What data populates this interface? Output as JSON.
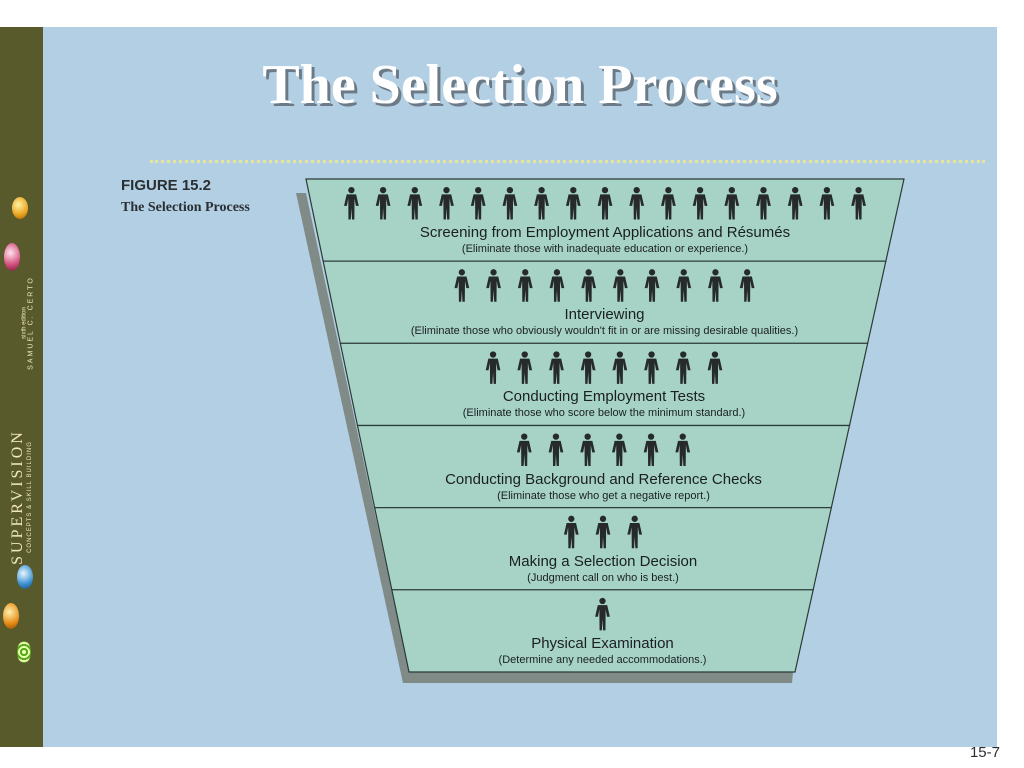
{
  "slide": {
    "title": "The Selection Process",
    "page_number": "15-7"
  },
  "figure": {
    "label": "FIGURE 15.2",
    "caption": "The Selection Process"
  },
  "sidebar": {
    "brand_title": "SUPERVISION",
    "brand_subtitle": "CONCEPTS & SKILL BUILDING",
    "edition": "sixth edition",
    "author": "SAMUEL C. CERTO"
  },
  "diagram": {
    "stages": [
      {
        "title": "Screening from Employment Applications and Résumés",
        "note": "(Eliminate those with inadequate education or experience.)",
        "people": 17
      },
      {
        "title": "Interviewing",
        "note": "(Eliminate those who obviously wouldn't fit in or are missing desirable qualities.)",
        "people": 10
      },
      {
        "title": "Conducting Employment Tests",
        "note": "(Eliminate those who score below the minimum standard.)",
        "people": 8
      },
      {
        "title": "Conducting Background and Reference Checks",
        "note": "(Eliminate those who get a negative report.)",
        "people": 6
      },
      {
        "title": "Making a Selection Decision",
        "note": "(Judgment call on who is best.)",
        "people": 3
      },
      {
        "title": "Physical Examination",
        "note": "(Determine any needed accommodations.)",
        "people": 1
      }
    ],
    "colors": {
      "fill": "#a6d3c6",
      "stroke": "#2b3a36",
      "shadow": "#808a86",
      "person": "#262a2a"
    }
  }
}
